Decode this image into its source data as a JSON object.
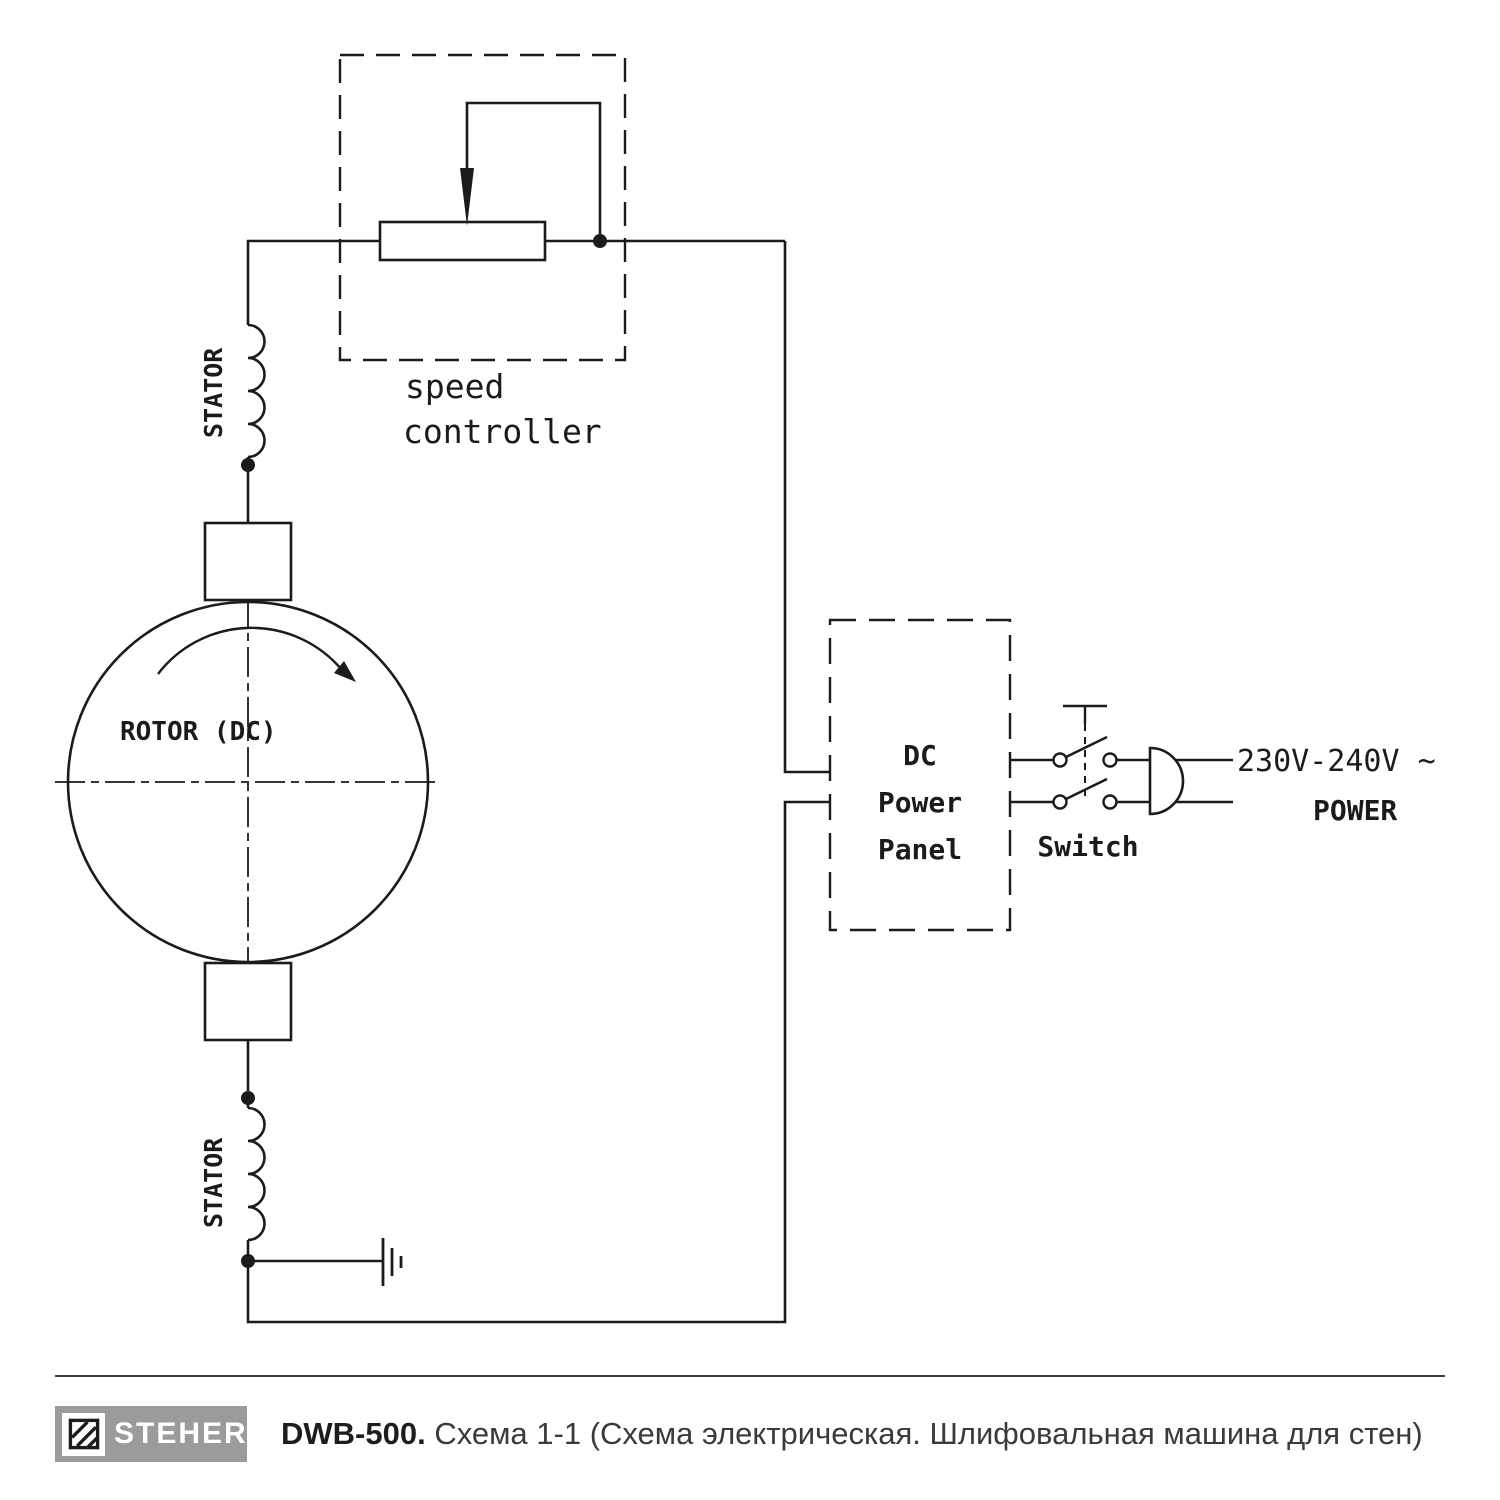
{
  "diagram": {
    "speed_controller_line1": "speed",
    "speed_controller_line2": "controller",
    "stator_top_label": "STATOR",
    "stator_bottom_label": "STATOR",
    "rotor_label": "ROTOR (DC)",
    "dc_panel_line1": "DC",
    "dc_panel_line2": "Power",
    "dc_panel_line3": "Panel",
    "switch_label": "Switch",
    "voltage_label": "230V-240V ~",
    "power_label": "POWER"
  },
  "footer": {
    "brand": "STEHER",
    "model": "DWB-500.",
    "caption": "Схема 1-1 (Схема электрическая. Шлифовальная машина для стен)"
  },
  "colors": {
    "line": "#1b1b1b",
    "logo_background": "#9b9b9b",
    "footer_text": "#3a3a3a"
  }
}
